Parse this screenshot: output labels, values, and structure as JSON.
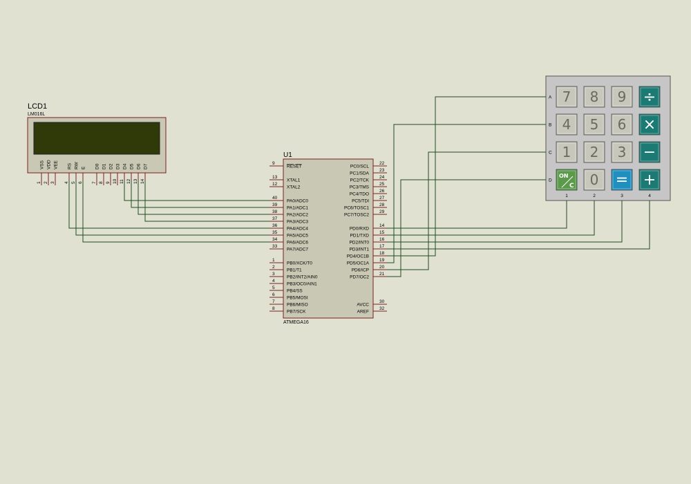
{
  "lcd": {
    "ref": "LCD1",
    "model": "LM016L",
    "pins": [
      {
        "name": "VSS",
        "num": "1"
      },
      {
        "name": "VDD",
        "num": "2"
      },
      {
        "name": "VEE",
        "num": "3"
      },
      {
        "name": "RS",
        "num": "4"
      },
      {
        "name": "RW",
        "num": "5"
      },
      {
        "name": "E",
        "num": "6"
      },
      {
        "name": "D0",
        "num": "7"
      },
      {
        "name": "D1",
        "num": "8"
      },
      {
        "name": "D2",
        "num": "9"
      },
      {
        "name": "D3",
        "num": "10"
      },
      {
        "name": "D4",
        "num": "11"
      },
      {
        "name": "D5",
        "num": "12"
      },
      {
        "name": "D6",
        "num": "13"
      },
      {
        "name": "D7",
        "num": "14"
      }
    ]
  },
  "mcu": {
    "ref": "U1",
    "model": "ATMEGA16",
    "left_pins": [
      {
        "num": "9",
        "name": "RESET",
        "overline": true
      },
      {
        "num": "13",
        "name": "XTAL1"
      },
      {
        "num": "12",
        "name": "XTAL2"
      },
      {
        "num": "40",
        "name": "PA0/ADC0"
      },
      {
        "num": "39",
        "name": "PA1/ADC1"
      },
      {
        "num": "38",
        "name": "PA2/ADC2"
      },
      {
        "num": "37",
        "name": "PA3/ADC3"
      },
      {
        "num": "36",
        "name": "PA4/ADC4"
      },
      {
        "num": "35",
        "name": "PA5/ADC5"
      },
      {
        "num": "34",
        "name": "PA6/ADC6"
      },
      {
        "num": "33",
        "name": "PA7/ADC7"
      },
      {
        "num": "1",
        "name": "PB0/XCK/T0"
      },
      {
        "num": "2",
        "name": "PB1/T1"
      },
      {
        "num": "3",
        "name": "PB2/INT2/AIN0"
      },
      {
        "num": "4",
        "name": "PB3/OC0/AIN1"
      },
      {
        "num": "5",
        "name": "PB4/SS"
      },
      {
        "num": "6",
        "name": "PB5/MOSI"
      },
      {
        "num": "7",
        "name": "PB6/MISO"
      },
      {
        "num": "8",
        "name": "PB7/SCK"
      }
    ],
    "right_pins": [
      {
        "num": "22",
        "name": "PC0/SCL"
      },
      {
        "num": "23",
        "name": "PC1/SDA"
      },
      {
        "num": "24",
        "name": "PC2/TCK"
      },
      {
        "num": "25",
        "name": "PC3/TMS"
      },
      {
        "num": "26",
        "name": "PC4/TDO"
      },
      {
        "num": "27",
        "name": "PC5/TDI"
      },
      {
        "num": "28",
        "name": "PC6/TOSC1"
      },
      {
        "num": "29",
        "name": "PC7/TOSC2"
      },
      {
        "num": "14",
        "name": "PD0/RXD"
      },
      {
        "num": "15",
        "name": "PD1/TXD"
      },
      {
        "num": "16",
        "name": "PD2/INT0"
      },
      {
        "num": "17",
        "name": "PD3/INT1"
      },
      {
        "num": "18",
        "name": "PD4/OC1B"
      },
      {
        "num": "19",
        "name": "PD5/OC1A"
      },
      {
        "num": "20",
        "name": "PD6/ICP"
      },
      {
        "num": "21",
        "name": "PD7/OC2"
      },
      {
        "num": "30",
        "name": "AVCC"
      },
      {
        "num": "32",
        "name": "AREF"
      }
    ]
  },
  "keypad": {
    "row_labels": [
      "A",
      "B",
      "C",
      "D"
    ],
    "col_labels": [
      "1",
      "2",
      "3",
      "4"
    ],
    "keys": [
      {
        "label": "7",
        "kind": "num"
      },
      {
        "label": "8",
        "kind": "num"
      },
      {
        "label": "9",
        "kind": "num"
      },
      {
        "label": "÷",
        "kind": "op"
      },
      {
        "label": "4",
        "kind": "num"
      },
      {
        "label": "5",
        "kind": "num"
      },
      {
        "label": "6",
        "kind": "num"
      },
      {
        "label": "×",
        "kind": "op"
      },
      {
        "label": "1",
        "kind": "num"
      },
      {
        "label": "2",
        "kind": "num"
      },
      {
        "label": "3",
        "kind": "num"
      },
      {
        "label": "−",
        "kind": "op"
      },
      {
        "label": "ON/C",
        "kind": "onc",
        "top": "ON",
        "bottom": "C"
      },
      {
        "label": "0",
        "kind": "num"
      },
      {
        "label": "=",
        "kind": "eq"
      },
      {
        "label": "+",
        "kind": "op"
      }
    ]
  },
  "colors": {
    "background": "#e1e1d2",
    "component_fill": "#c8c8b4",
    "component_border": "#7a1e1e",
    "wire": "#1d4a1d",
    "pin": "#7a1e1e",
    "lcd_screen": "#2f3a08",
    "key_num": "#c7c7bb",
    "key_op": "#1c7a74",
    "key_eq": "#1f8fbf",
    "key_onc": "#5a9a4a",
    "keypad_body": "#c6c6c6"
  }
}
